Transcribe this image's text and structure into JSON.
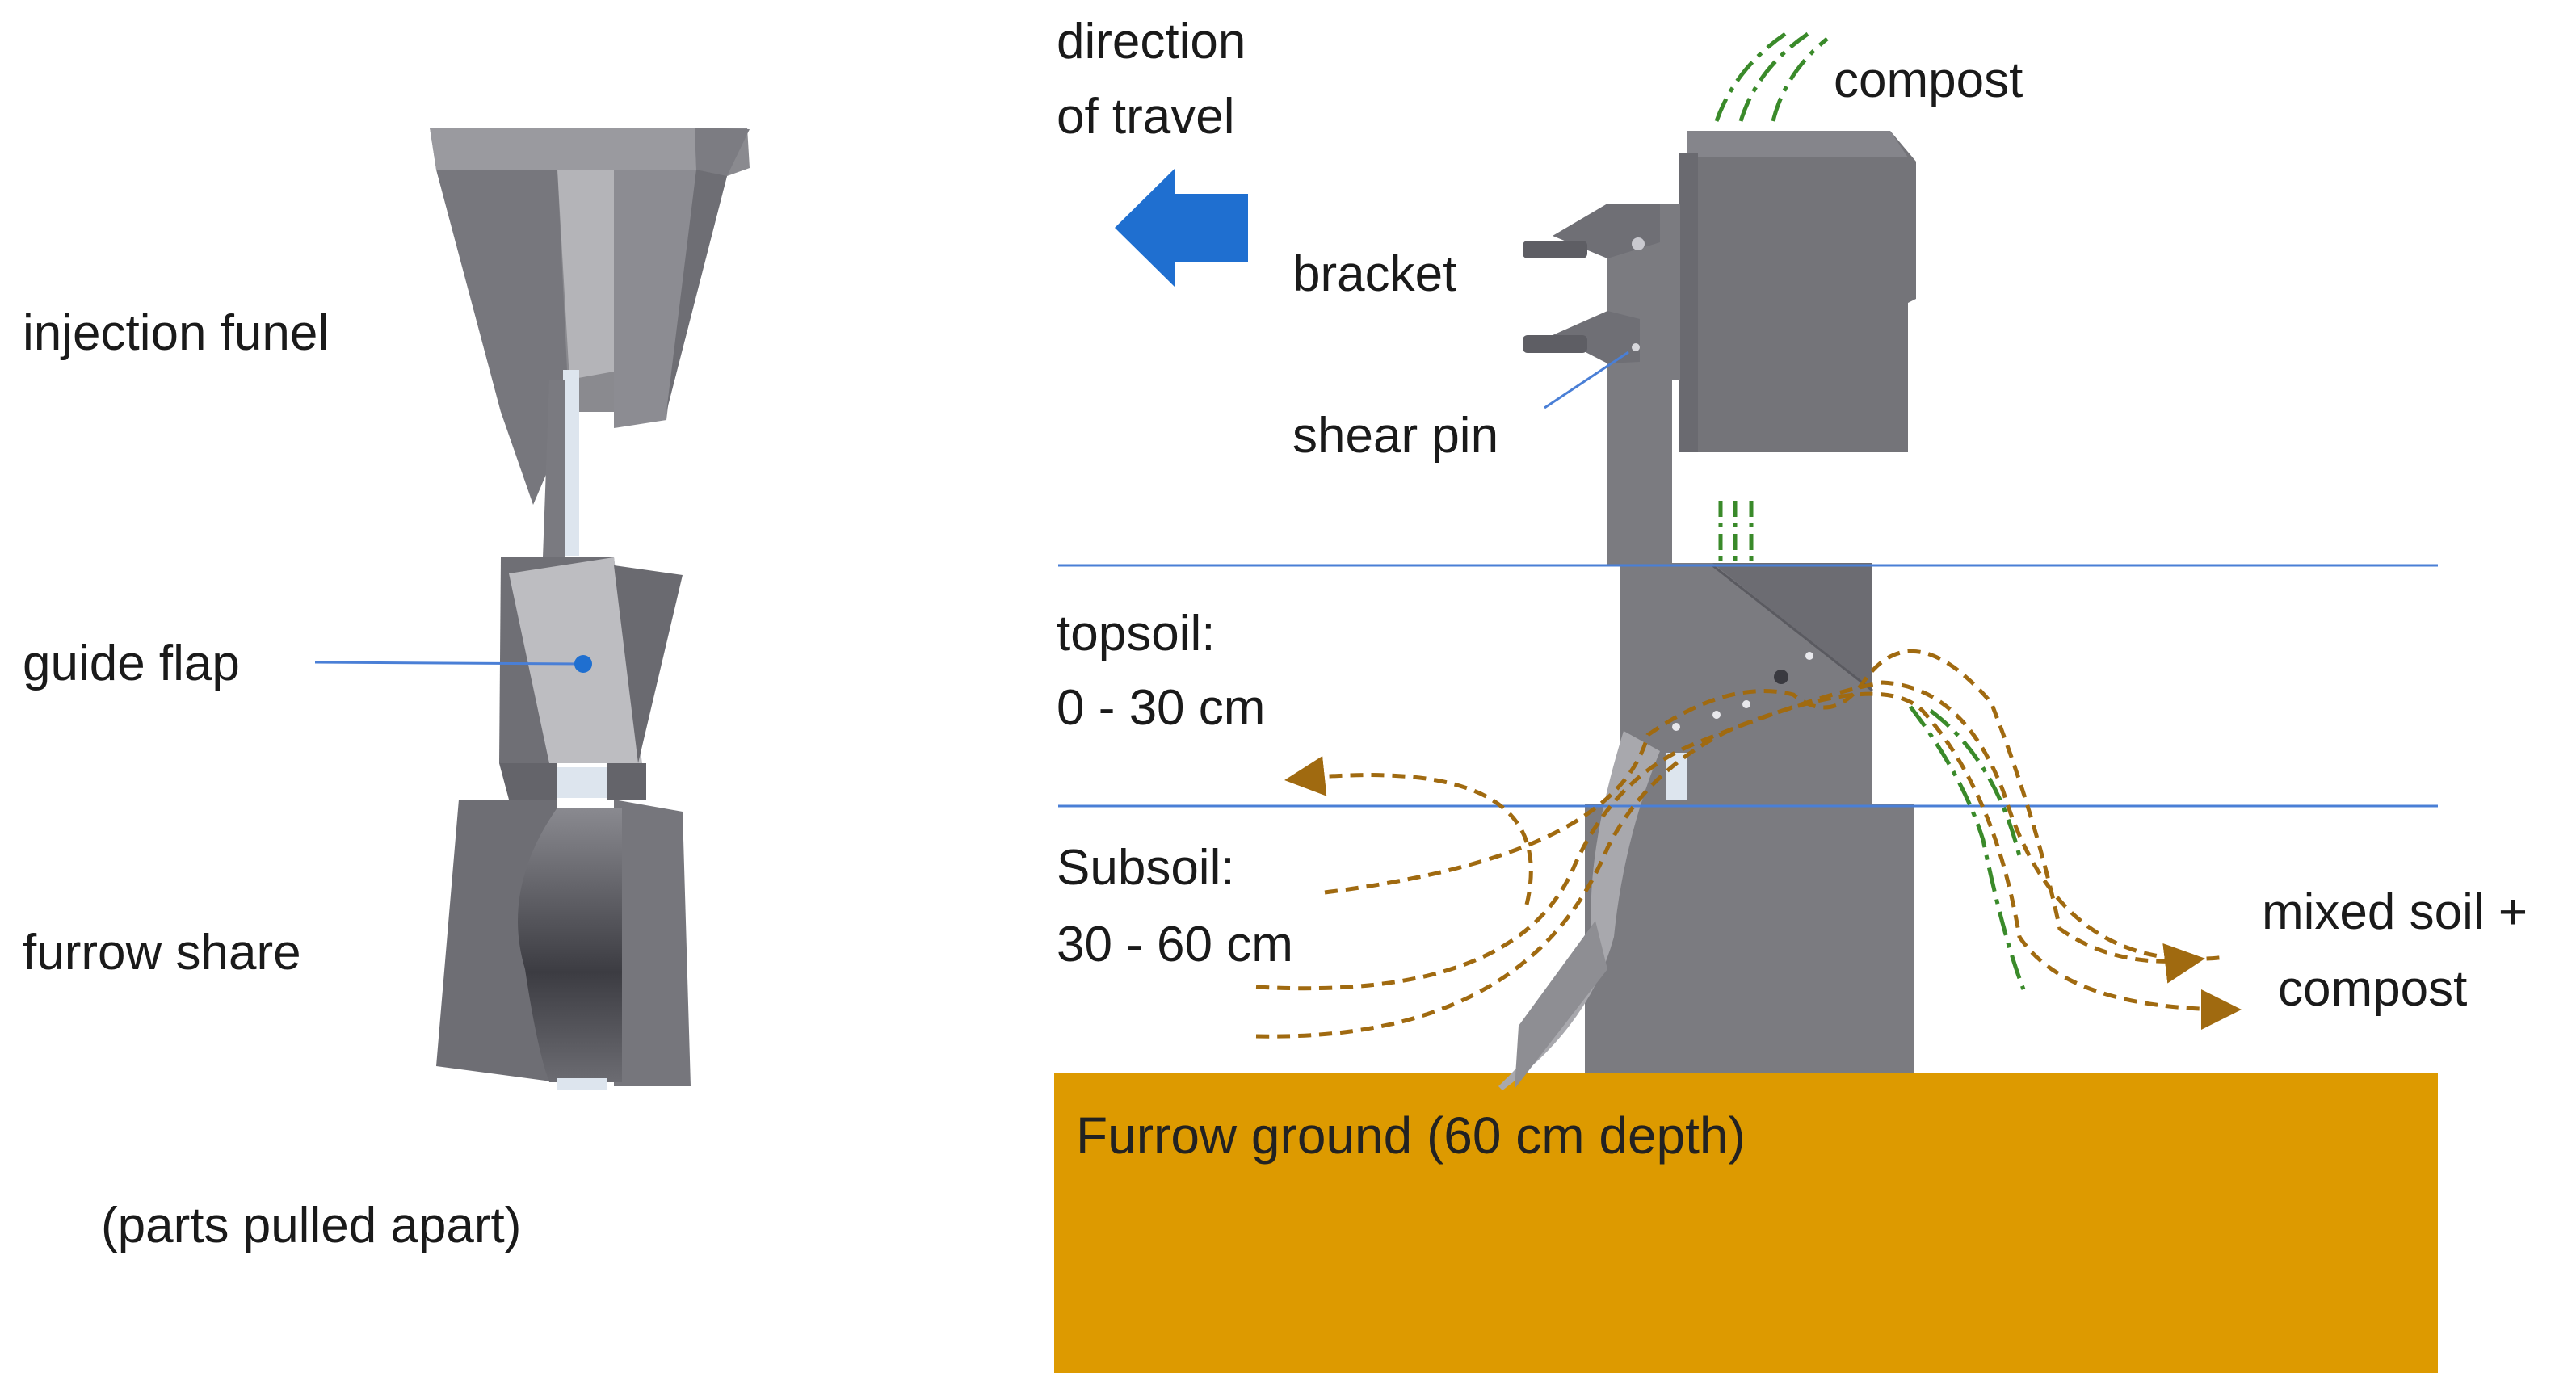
{
  "left_view": {
    "label_injection_funnel": "injection funel",
    "label_guide_flap": "guide flap",
    "label_furrow_share": "furrow share",
    "caption": "(parts pulled apart)"
  },
  "right_view": {
    "direction_line1": "direction",
    "direction_line2": "of travel",
    "label_compost": "compost",
    "label_bracket": "bracket",
    "label_shear_pin": "shear pin",
    "topsoil_line1": "topsoil:",
    "topsoil_line2": "0 - 30 cm",
    "subsoil_line1": "Subsoil:",
    "subsoil_line2": "30 - 60 cm",
    "mixed_line1": "mixed soil +",
    "mixed_line2": "compost",
    "furrow_ground": "Furrow ground (60 cm depth)"
  },
  "colors": {
    "ground": "#dd9a00",
    "arrow": "#1f6fd0",
    "soil_flow": "#a06a10",
    "compost_flow": "#3a8a2a",
    "layer_line": "#4a7fd6",
    "metal": "#7b7b80"
  }
}
